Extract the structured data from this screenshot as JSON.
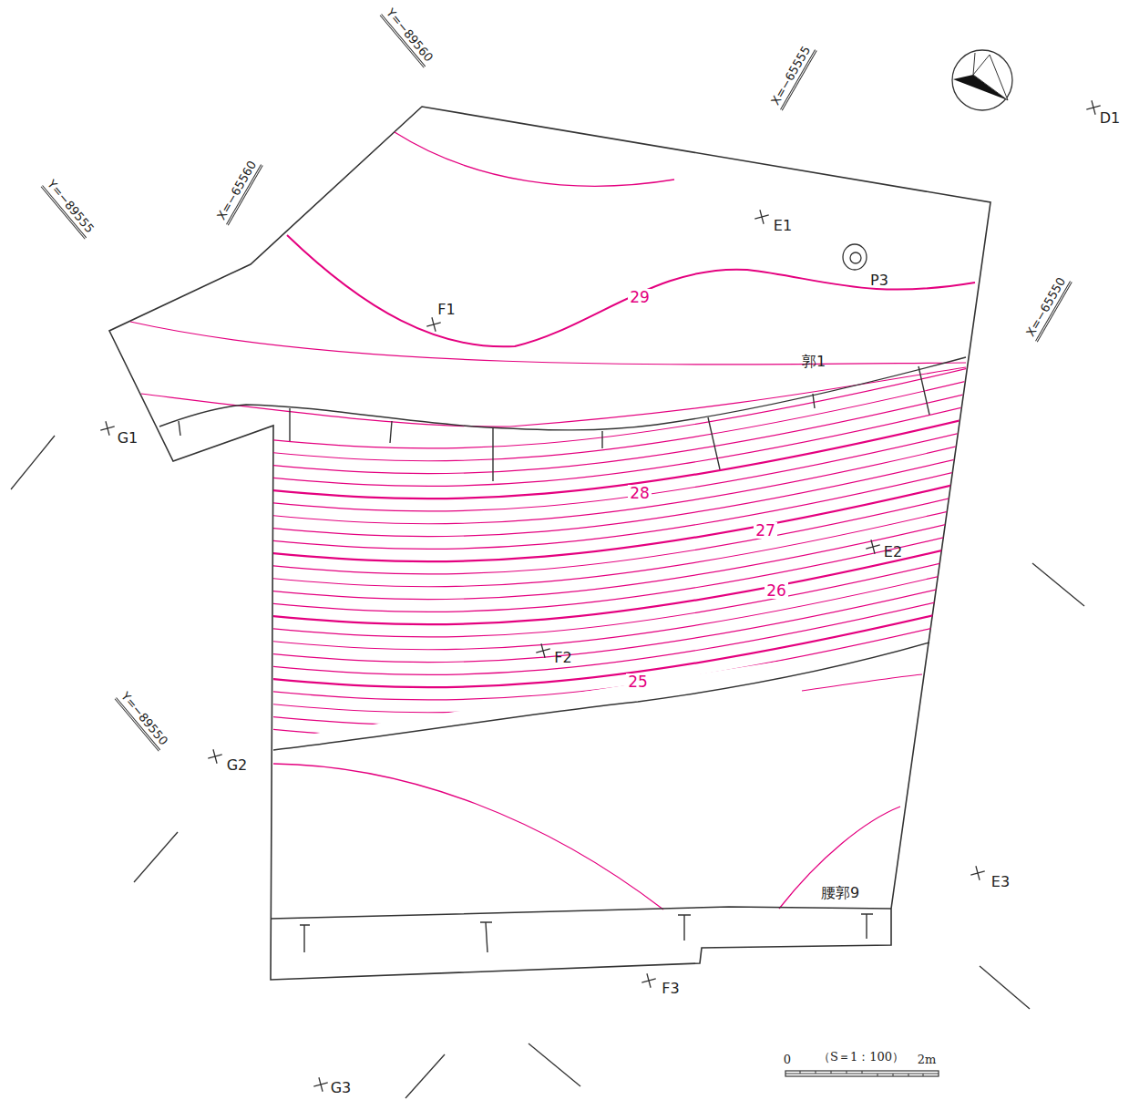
{
  "diagram": {
    "labels": [
      "Y=−89560",
      "X=−65555",
      "D1",
      "Y=−89555",
      "X=−65560",
      "E1",
      "P3",
      "29",
      "F1",
      "X=−65550",
      "郭1",
      "G1",
      "28",
      "27",
      "E2",
      "26",
      "F2",
      "25",
      "Y=−89550",
      "G2",
      "腰郭9",
      "E3",
      "F3",
      "G3",
      "（S＝1：100）",
      "0",
      "2m"
    ]
  }
}
